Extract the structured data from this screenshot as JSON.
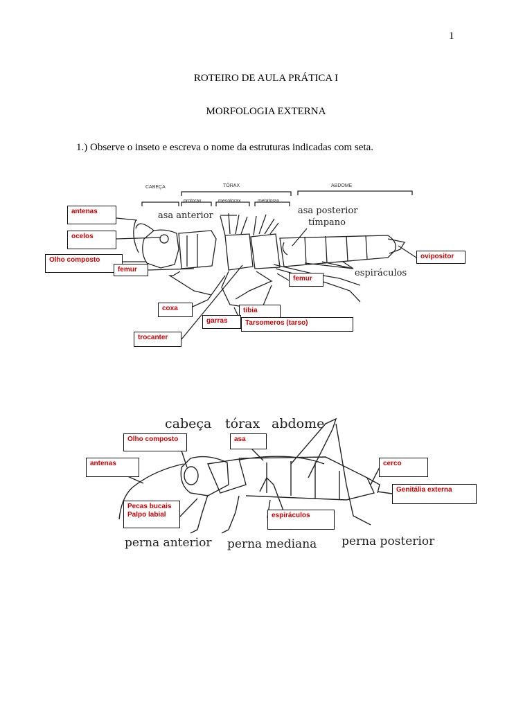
{
  "page_number": "1",
  "title": "ROTEIRO DE AULA PRÁTICA I",
  "subtitle": "MORFOLOGIA EXTERNA",
  "question": "1.) Observe o inseto e escreva o nome da estruturas indicadas com seta.",
  "figure1": {
    "regions": {
      "head": "CABEÇA",
      "thorax": "TÓRAX",
      "abdomen": "ABDOME"
    },
    "thorax_parts": {
      "pro": "protorax",
      "meso": "mesotorax",
      "meta": "metatorax"
    },
    "printed": {
      "asa_anterior": "asa anterior",
      "asa_posterior": "asa posterior",
      "timpano": "tímpano",
      "espiraculos": "espiráculos"
    },
    "labels": {
      "antenas": "antenas",
      "ocelos": "ocelos",
      "olho_composto": "Olho composto",
      "femur1": "femur",
      "femur2": "femur",
      "coxa": "coxa",
      "tibia": "tibia",
      "garras": "garras",
      "tarsomeros": "Tarsomeros (tarso)",
      "trocanter": "trocanter",
      "ovipositor": "ovipositor"
    }
  },
  "figure2": {
    "printed": {
      "cabeca": "cabeça",
      "torax": "tórax",
      "abdome": "abdome",
      "perna_anterior": "perna anterior",
      "perna_mediana": "perna mediana",
      "perna_posterior": "perna posterior"
    },
    "labels": {
      "olho_composto": "Olho composto",
      "asa": "asa",
      "antenas": "antenas",
      "cerco": "cerco",
      "genitalia": "Genitália externa",
      "pecas_bucais": "Pecas bucais\nPalpo labial",
      "espiraculos": "espiráculos"
    }
  }
}
